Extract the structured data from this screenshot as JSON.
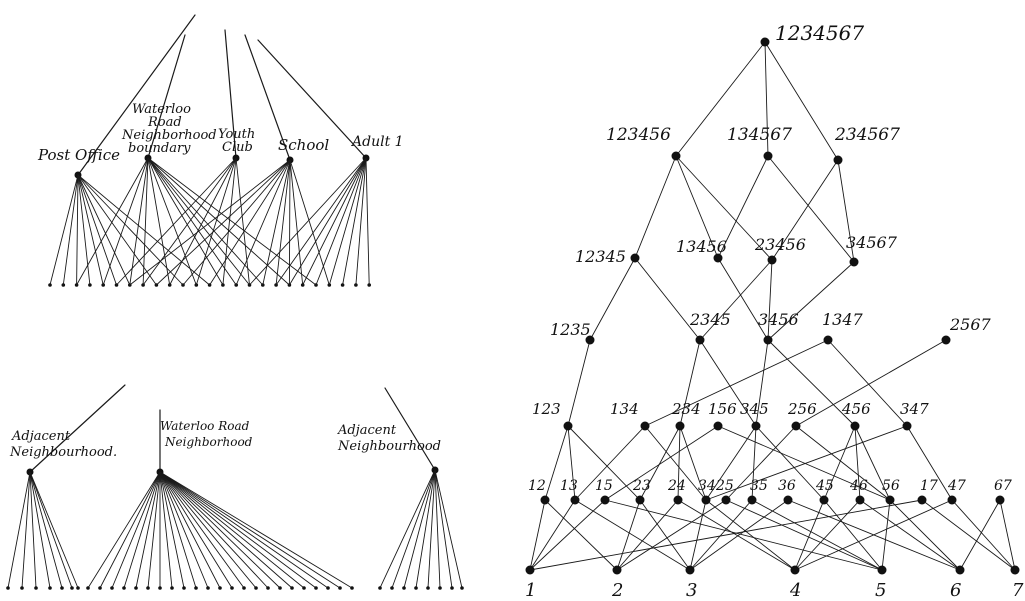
{
  "tree": {
    "labels": [
      "Post Office",
      "Waterloo Road Neighborhood boundary",
      "Youth Club",
      "School",
      "Adult 1"
    ]
  },
  "bottom_tree": {
    "labels": [
      "Adjacent Neighbourhood.",
      "Waterloo Road Neighborhood",
      "Adjacent Neighbourhood"
    ]
  },
  "lattice": {
    "top": "1234567",
    "level6": [
      "123456",
      "134567",
      "234567"
    ],
    "level5": [
      "12345",
      "13456",
      "23456",
      "34567"
    ],
    "level4": [
      "1235",
      "2345",
      "3456",
      "1347",
      "2567"
    ],
    "level3": [
      "123",
      "134",
      "234",
      "156",
      "345",
      "256",
      "456",
      "347"
    ],
    "level2": [
      "12",
      "13",
      "15",
      "23",
      "24",
      "34",
      "25",
      "35",
      "36",
      "45",
      "46",
      "56",
      "17",
      "47",
      "67"
    ],
    "level1": [
      "1",
      "2",
      "3",
      "4",
      "5",
      "6",
      "7"
    ]
  }
}
